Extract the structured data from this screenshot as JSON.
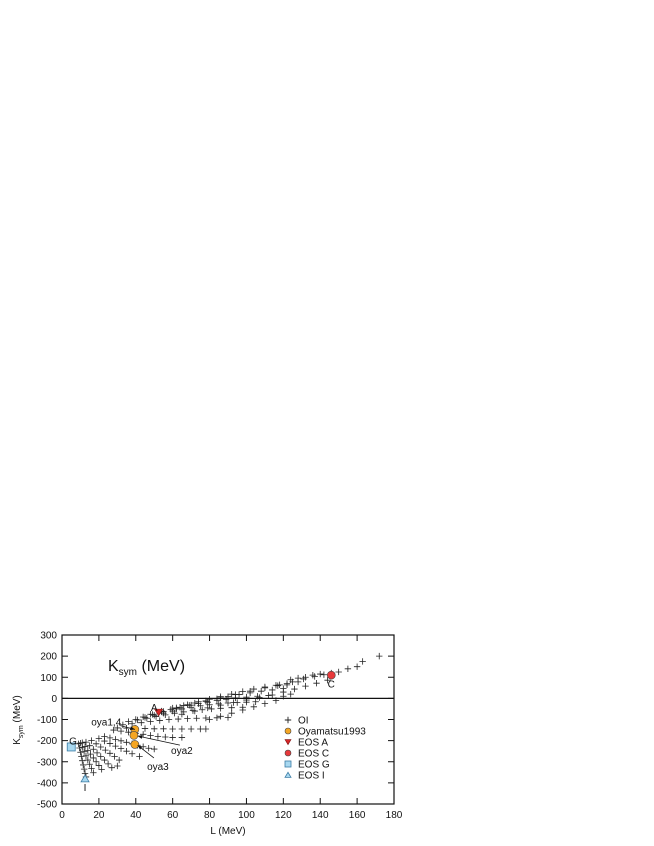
{
  "chart_data": {
    "type": "scatter",
    "title": "Ksym (MeV)",
    "title_main": "K",
    "title_sub": "sym",
    "title_rest": " (MeV)",
    "xlabel": "L (MeV)",
    "ylabel_main": "K",
    "ylabel_sub": "sym",
    "ylabel_rest": " (MeV)",
    "xlim": [
      0,
      180
    ],
    "ylim": [
      -500,
      300
    ],
    "xticks": [
      0,
      20,
      40,
      60,
      80,
      100,
      120,
      140,
      160,
      180
    ],
    "yticks": [
      300,
      200,
      100,
      0,
      -100,
      -200,
      -300,
      -400,
      -500
    ],
    "grid": false,
    "zero_line": true,
    "legend_position": "lower right",
    "legend": [
      {
        "label": "OI",
        "marker": "plus",
        "color": "#333333"
      },
      {
        "label": "Oyamatsu1993",
        "marker": "circle",
        "color": "#f5a623"
      },
      {
        "label": "EOS A",
        "marker": "triangle-down",
        "color": "#d62728"
      },
      {
        "label": "EOS C",
        "marker": "circle",
        "color": "#e8393b"
      },
      {
        "label": "EOS G",
        "marker": "square",
        "color": "#a8d8f0"
      },
      {
        "label": "EOS I",
        "marker": "triangle-up",
        "color": "#a8d8f0"
      }
    ],
    "series": [
      {
        "name": "OI",
        "marker": "plus",
        "points": [
          [
            9,
            -215
          ],
          [
            9.5,
            -235
          ],
          [
            10,
            -255
          ],
          [
            10.5,
            -275
          ],
          [
            11,
            -295
          ],
          [
            11.5,
            -315
          ],
          [
            12,
            -335
          ],
          [
            12.5,
            -355
          ],
          [
            13,
            -372
          ],
          [
            10,
            -212
          ],
          [
            11,
            -232
          ],
          [
            12,
            -252
          ],
          [
            13,
            -272
          ],
          [
            14,
            -292
          ],
          [
            15,
            -312
          ],
          [
            16,
            -332
          ],
          [
            17,
            -352
          ],
          [
            11,
            -210
          ],
          [
            12.5,
            -228
          ],
          [
            14,
            -246
          ],
          [
            15.5,
            -264
          ],
          [
            17,
            -282
          ],
          [
            18.5,
            -300
          ],
          [
            20,
            -318
          ],
          [
            21.5,
            -336
          ],
          [
            13,
            -207
          ],
          [
            15,
            -224
          ],
          [
            17,
            -241
          ],
          [
            19,
            -258
          ],
          [
            21,
            -275
          ],
          [
            23,
            -292
          ],
          [
            25,
            -310
          ],
          [
            27,
            -328
          ],
          [
            16,
            -200
          ],
          [
            18.5,
            -215
          ],
          [
            21,
            -230
          ],
          [
            23.5,
            -245
          ],
          [
            26,
            -260
          ],
          [
            28.5,
            -275
          ],
          [
            31,
            -292
          ],
          [
            30,
            -320
          ],
          [
            20,
            -190
          ],
          [
            23,
            -202
          ],
          [
            26,
            -214
          ],
          [
            29,
            -226
          ],
          [
            32,
            -238
          ],
          [
            35,
            -250
          ],
          [
            38,
            -262
          ],
          [
            42,
            -275
          ],
          [
            23,
            -180
          ],
          [
            26,
            -187
          ],
          [
            29,
            -194
          ],
          [
            32,
            -201
          ],
          [
            35,
            -208
          ],
          [
            38,
            -215
          ],
          [
            41,
            -222
          ],
          [
            44,
            -229
          ],
          [
            47,
            -236
          ],
          [
            50,
            -240
          ],
          [
            28,
            -150
          ],
          [
            32,
            -155
          ],
          [
            36,
            -160
          ],
          [
            40,
            -165
          ],
          [
            44,
            -170
          ],
          [
            48,
            -175
          ],
          [
            52,
            -180
          ],
          [
            56,
            -183
          ],
          [
            60,
            -185
          ],
          [
            65,
            -185
          ],
          [
            30,
            -140
          ],
          [
            35,
            -141
          ],
          [
            40,
            -142
          ],
          [
            45,
            -143
          ],
          [
            50,
            -144
          ],
          [
            55,
            -144
          ],
          [
            60,
            -145
          ],
          [
            65,
            -145
          ],
          [
            70,
            -145
          ],
          [
            75,
            -145
          ],
          [
            78,
            -145
          ],
          [
            33,
            -125
          ],
          [
            38,
            -120
          ],
          [
            43,
            -115
          ],
          [
            48,
            -110
          ],
          [
            53,
            -105
          ],
          [
            58,
            -100
          ],
          [
            63,
            -98
          ],
          [
            68,
            -96
          ],
          [
            73,
            -94
          ],
          [
            78,
            -93
          ],
          [
            84,
            -92
          ],
          [
            90,
            -90
          ],
          [
            36,
            -110
          ],
          [
            41,
            -102
          ],
          [
            46,
            -94
          ],
          [
            51,
            -86
          ],
          [
            56,
            -78
          ],
          [
            61,
            -70
          ],
          [
            66,
            -64
          ],
          [
            71,
            -58
          ],
          [
            76,
            -54
          ],
          [
            81,
            -50
          ],
          [
            86,
            -47
          ],
          [
            92,
            -44
          ],
          [
            98,
            -42
          ],
          [
            40,
            -100
          ],
          [
            45,
            -90
          ],
          [
            50,
            -80
          ],
          [
            55,
            -70
          ],
          [
            60,
            -60
          ],
          [
            65,
            -50
          ],
          [
            70,
            -42
          ],
          [
            75,
            -35
          ],
          [
            80,
            -30
          ],
          [
            85,
            -26
          ],
          [
            90,
            -22
          ],
          [
            95,
            -20
          ],
          [
            100,
            -18
          ],
          [
            105,
            -16
          ],
          [
            44,
            -88
          ],
          [
            49,
            -76
          ],
          [
            54,
            -64
          ],
          [
            59,
            -52
          ],
          [
            64,
            -42
          ],
          [
            69,
            -33
          ],
          [
            74,
            -25
          ],
          [
            79,
            -18
          ],
          [
            84,
            -10
          ],
          [
            89,
            -4
          ],
          [
            94,
            2
          ],
          [
            100,
            6
          ],
          [
            106,
            10
          ],
          [
            112,
            14
          ],
          [
            48,
            -75
          ],
          [
            54,
            -60
          ],
          [
            60,
            -46
          ],
          [
            66,
            -34
          ],
          [
            72,
            -22
          ],
          [
            78,
            -12
          ],
          [
            84,
            -2
          ],
          [
            90,
            8
          ],
          [
            96,
            18
          ],
          [
            102,
            26
          ],
          [
            108,
            34
          ],
          [
            114,
            40
          ],
          [
            120,
            46
          ],
          [
            55,
            -62
          ],
          [
            62,
            -45
          ],
          [
            68,
            -30
          ],
          [
            74,
            -16
          ],
          [
            80,
            -4
          ],
          [
            86,
            8
          ],
          [
            92,
            20
          ],
          [
            98,
            32
          ],
          [
            104,
            44
          ],
          [
            110,
            54
          ],
          [
            116,
            62
          ],
          [
            122,
            70
          ],
          [
            128,
            78
          ],
          [
            62,
            -50
          ],
          [
            70,
            -32
          ],
          [
            78,
            -14
          ],
          [
            86,
            2
          ],
          [
            94,
            18
          ],
          [
            102,
            34
          ],
          [
            110,
            50
          ],
          [
            118,
            64
          ],
          [
            125,
            78
          ],
          [
            131,
            92
          ],
          [
            137,
            104
          ],
          [
            142,
            112
          ],
          [
            65,
            -75
          ],
          [
            72,
            -60
          ],
          [
            79,
            -45
          ],
          [
            86,
            -32
          ],
          [
            93,
            -20
          ],
          [
            100,
            -8
          ],
          [
            107,
            4
          ],
          [
            114,
            16
          ],
          [
            120,
            30
          ],
          [
            126,
            44
          ],
          [
            132,
            58
          ],
          [
            138,
            72
          ],
          [
            144,
            86
          ],
          [
            80,
            -100
          ],
          [
            86,
            -85
          ],
          [
            92,
            -70
          ],
          [
            98,
            -55
          ],
          [
            104,
            -40
          ],
          [
            110,
            -25
          ],
          [
            116,
            -10
          ],
          [
            120,
            10
          ],
          [
            124,
            20
          ],
          [
            146,
            120
          ],
          [
            150,
            125
          ],
          [
            155,
            140
          ],
          [
            160,
            150
          ],
          [
            163,
            175
          ],
          [
            172,
            200
          ],
          [
            136,
            110
          ],
          [
            140,
            115
          ],
          [
            132,
            100
          ],
          [
            128,
            96
          ],
          [
            124,
            88
          ],
          [
            117,
            60
          ],
          [
            122,
            64
          ]
        ]
      },
      {
        "name": "Oyamatsu1993",
        "marker": "circle",
        "points": [
          [
            39.5,
            -147
          ],
          [
            39,
            -175
          ],
          [
            39.5,
            -218
          ]
        ],
        "labels": [
          "oya1,4",
          "oya2",
          "oya3"
        ]
      },
      {
        "name": "EOS A",
        "marker": "triangle-down",
        "points": [
          [
            52.4,
            -66
          ]
        ]
      },
      {
        "name": "EOS C",
        "marker": "circle",
        "points": [
          [
            146,
            110
          ]
        ]
      },
      {
        "name": "EOS G",
        "marker": "square",
        "points": [
          [
            5,
            -230
          ]
        ]
      },
      {
        "name": "EOS I",
        "marker": "triangle-up",
        "points": [
          [
            12.5,
            -380
          ]
        ]
      }
    ],
    "annotations": [
      {
        "text": "A",
        "x": 50,
        "y": -40
      },
      {
        "text": "C",
        "x": 146,
        "y": 70
      },
      {
        "text": "G",
        "x": 6,
        "y": -200
      },
      {
        "text": "I",
        "x": 12.5,
        "y": -420
      },
      {
        "text": "oya1,4",
        "x": 24,
        "y": -110,
        "arrow_to": [
          39.5,
          -147
        ]
      },
      {
        "text": "oya2",
        "x": 65,
        "y": -245,
        "arrow_to": [
          41,
          -178
        ]
      },
      {
        "text": "oya3",
        "x": 52,
        "y": -320,
        "arrow_to": [
          41,
          -222
        ]
      }
    ]
  }
}
